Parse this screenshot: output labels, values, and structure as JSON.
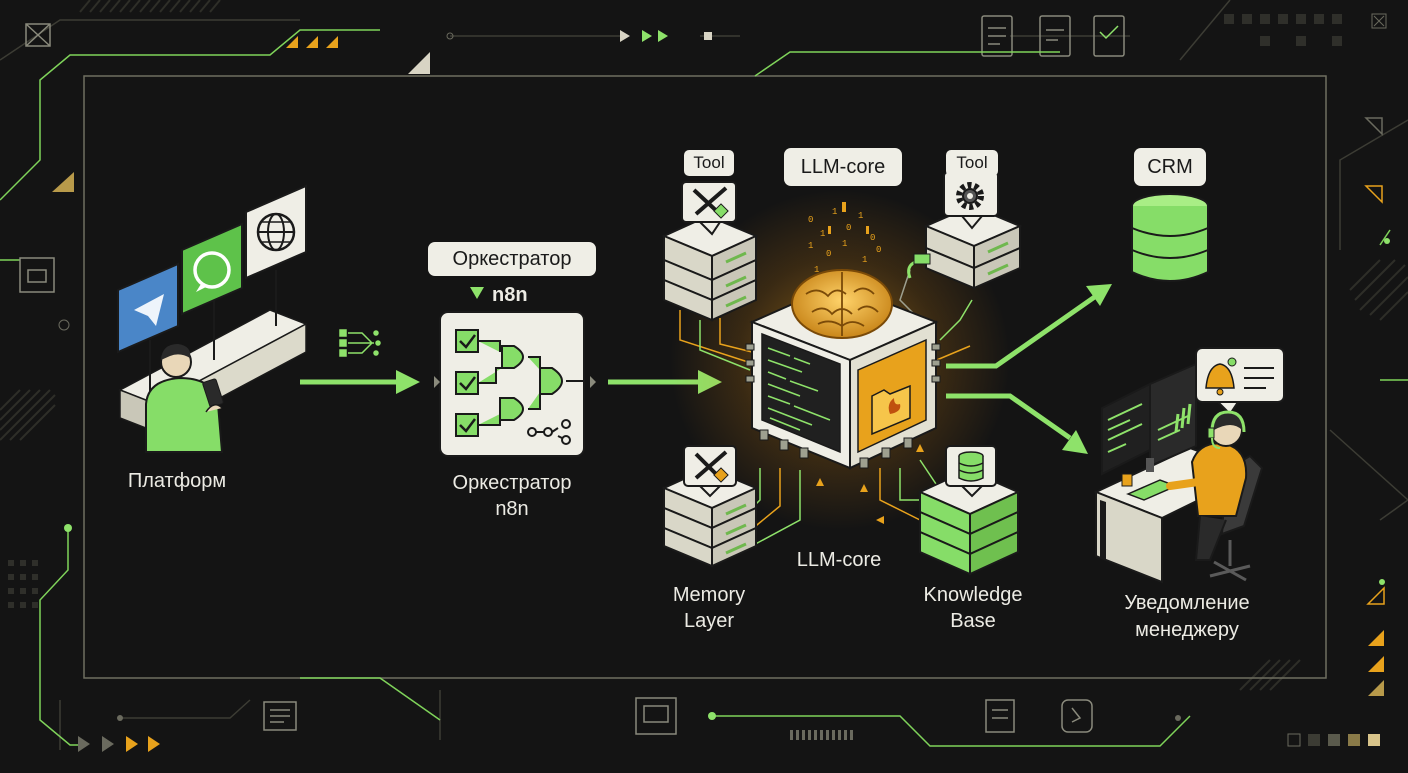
{
  "nodes": {
    "platform": {
      "label": "Платформ"
    },
    "orchestrator": {
      "header": "Оркестратор",
      "header_sub": "n8n",
      "label_line1": "Оркестратор",
      "label_line2": "n8n"
    },
    "tool_left": {
      "tag": "Tool"
    },
    "tool_right": {
      "tag": "Tool"
    },
    "llm_core": {
      "header": "LLM-core",
      "label": "LLM-core"
    },
    "memory": {
      "label_line1": "Memory",
      "label_line2": "Layer"
    },
    "knowledge": {
      "label_line1": "Knowledge",
      "label_line2": "Base"
    },
    "crm": {
      "header": "CRM"
    },
    "manager": {
      "label_line1": "Уведомление",
      "label_line2": "менеджеру"
    }
  },
  "icons": [
    "telegram-icon",
    "whatsapp-icon",
    "web-globe-icon",
    "wrench-screwdriver-icon",
    "gear-icon",
    "brain-icon",
    "folder-icon",
    "database-icon",
    "bell-icon",
    "headset-icon"
  ],
  "colors": {
    "background": "#141414",
    "accent_green": "#8ee26a",
    "accent_gold": "#e8a21c",
    "panel_cream": "#efeee6",
    "frame_line": "#5b5b4e"
  }
}
